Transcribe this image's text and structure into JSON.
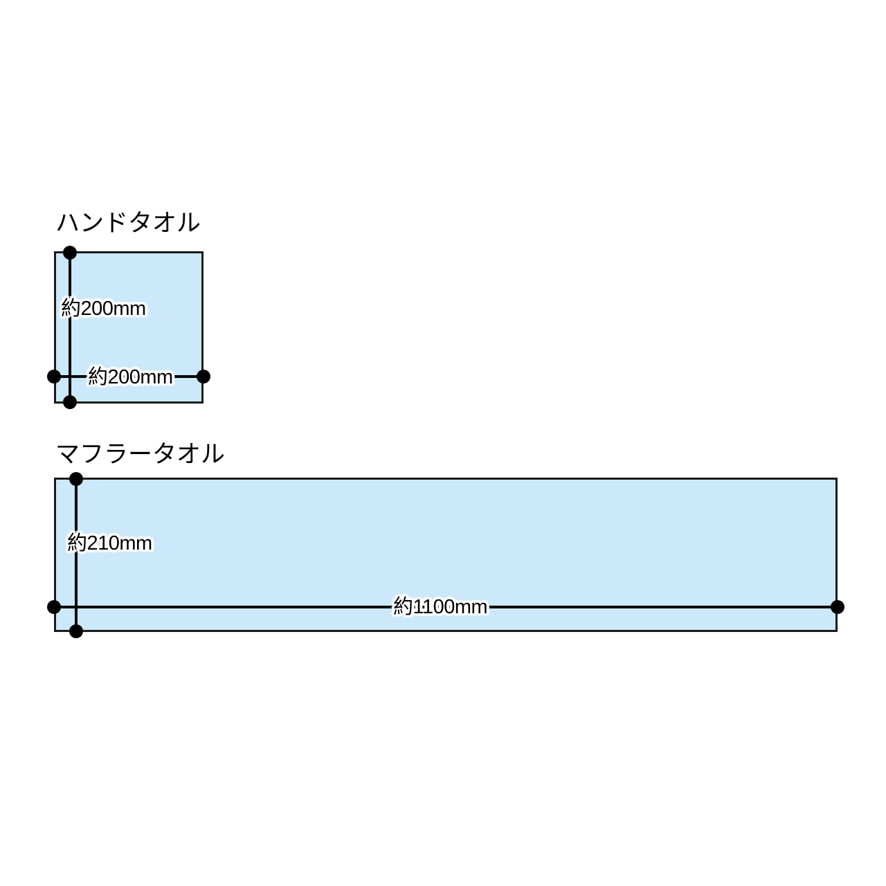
{
  "page": {
    "background_color": "#ffffff",
    "towel_fill_color": "#cbe9fb",
    "stroke_color": "#1a1a1a",
    "label_halo_color": "#ffffff"
  },
  "diagrams": [
    {
      "id": "hand-towel",
      "title": "ハンドタオル",
      "height_label": "約200mm",
      "width_label": "約200mm"
    },
    {
      "id": "muffler-towel",
      "title": "マフラータオル",
      "height_label": "約210mm",
      "width_label": "約1100mm"
    }
  ]
}
